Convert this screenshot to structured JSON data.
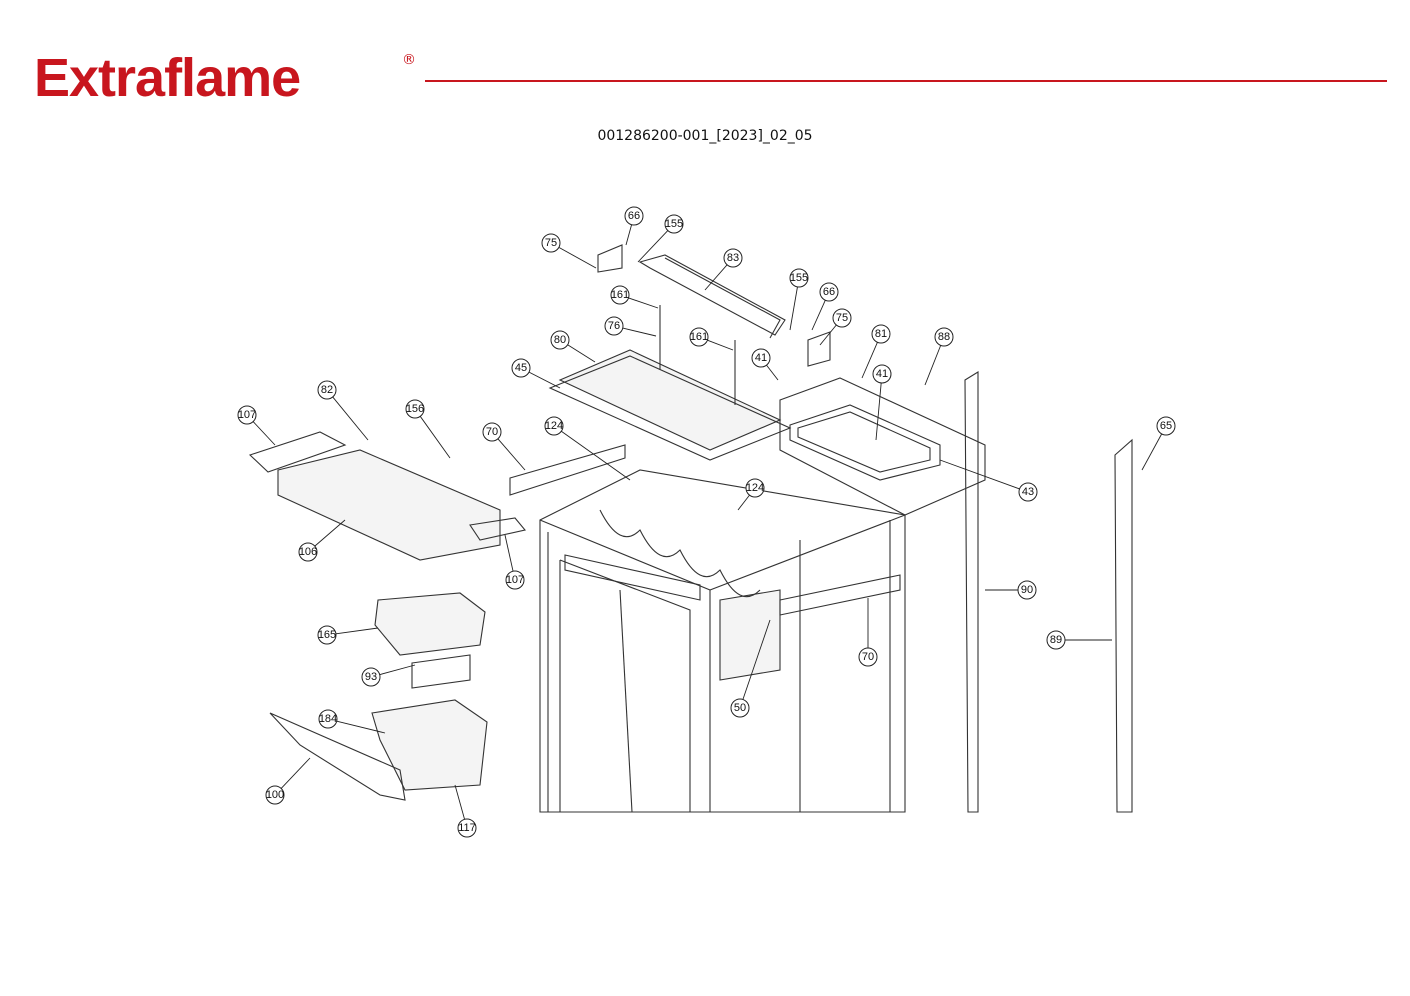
{
  "header": {
    "brand": "Extraflame",
    "registered_mark": "®",
    "accent_color": "#c8161e",
    "document_code": "001286200-001_[2023]_02_05"
  },
  "diagram": {
    "callouts": [
      "66",
      "155",
      "75",
      "83",
      "155",
      "66",
      "75",
      "161",
      "76",
      "161",
      "80",
      "41",
      "81",
      "88",
      "41",
      "45",
      "82",
      "107",
      "156",
      "70",
      "124",
      "124",
      "65",
      "43",
      "106",
      "107",
      "90",
      "89",
      "165",
      "70",
      "93",
      "50",
      "184",
      "100",
      "117"
    ]
  }
}
